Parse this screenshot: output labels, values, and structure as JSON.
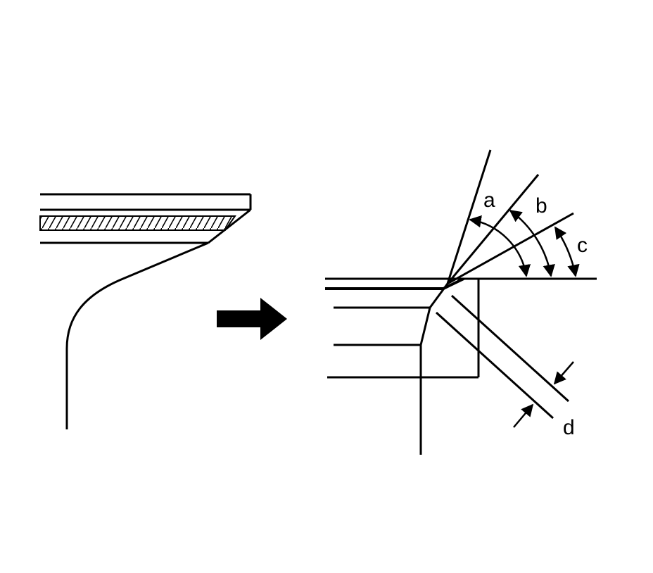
{
  "diagram": {
    "labels": {
      "a": "a",
      "b": "b",
      "c": "c",
      "d": "d"
    },
    "colors": {
      "ink": "#000000",
      "paper": "#ffffff"
    }
  }
}
